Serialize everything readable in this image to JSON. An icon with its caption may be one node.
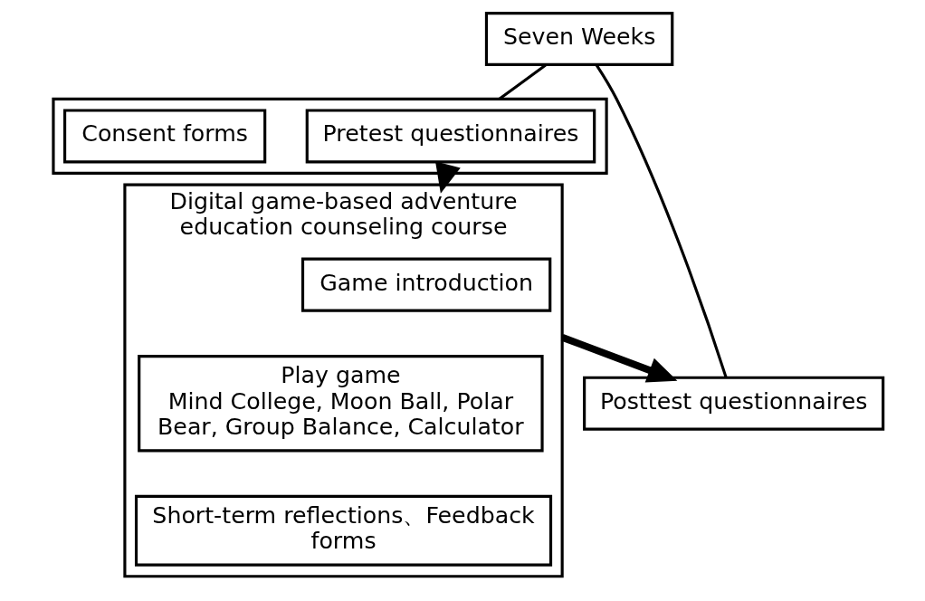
{
  "diagram": {
    "nodes": [
      {
        "text": [],
        "shape": "box"
      },
      {
        "text": [
          "Pretest questionnaires"
        ],
        "in": 0
      },
      {
        "text": [
          "Consent forms"
        ],
        "in": 0
      },
      {
        "text": [
          "Digital game-based adventure education counseling course"
        ]
      },
      {
        "text": [
          "Game introduction"
        ],
        "in": 3
      },
      {
        "text": [
          "Play game",
          "Mind College, Moon Ball, Polar Bear, Group Balance, Calculator"
        ],
        "in": 3
      },
      {
        "text": [
          "Short-term reflections、Feedback forms"
        ],
        "in": 3
      },
      {
        "text": [
          "Seven Weeks"
        ]
      },
      {
        "text": [
          "Posttest questionnaires"
        ]
      }
    ],
    "edges": [
      {
        "from": 0,
        "to": 3,
        "arrow": "to",
        "style": "thick"
      },
      {
        "from": 3,
        "to": 8,
        "arrow": "to",
        "style": "thick"
      },
      {
        "from": 7,
        "to": 0,
        "arrow": "none"
      },
      {
        "from": 7,
        "to": 8,
        "arrow": "none"
      }
    ]
  }
}
